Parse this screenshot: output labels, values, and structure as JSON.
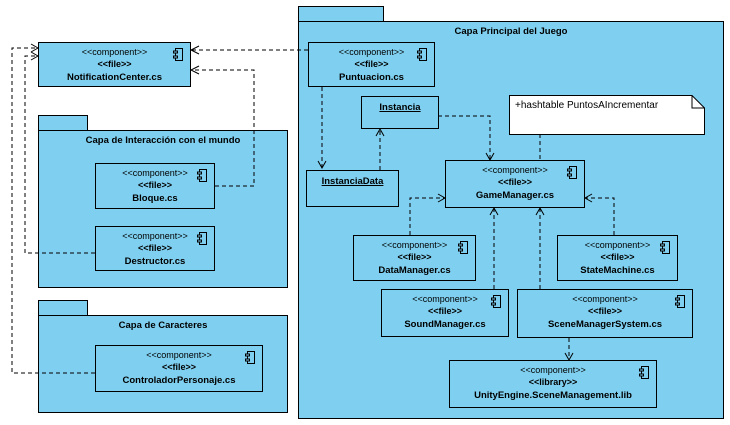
{
  "packages": {
    "main": "Capa Principal del Juego",
    "interaction": "Capa de Interacción con el mundo",
    "characters": "Capa de Caracteres"
  },
  "components": {
    "notification_center": {
      "stereotype": "<<component>>",
      "type": "<<file>>",
      "name": "NotificationCenter.cs"
    },
    "puntuacion": {
      "stereotype": "<<component>>",
      "type": "<<file>>",
      "name": "Puntuacion.cs"
    },
    "bloque": {
      "stereotype": "<<component>>",
      "type": "<<file>>",
      "name": "Bloque.cs"
    },
    "destructor": {
      "stereotype": "<<component>>",
      "type": "<<file>>",
      "name": "Destructor.cs"
    },
    "controlador": {
      "stereotype": "<<component>>",
      "type": "<<file>>",
      "name": "ControladorPersonaje.cs"
    },
    "game_manager": {
      "stereotype": "<<component>>",
      "type": "<<file>>",
      "name": "GameManager.cs"
    },
    "data_manager": {
      "stereotype": "<<component>>",
      "type": "<<file>>",
      "name": "DataManager.cs"
    },
    "state_machine": {
      "stereotype": "<<component>>",
      "type": "<<file>>",
      "name": "StateMachine.cs"
    },
    "sound_manager": {
      "stereotype": "<<component>>",
      "type": "<<file>>",
      "name": "SoundManager.cs"
    },
    "scene_manager_system": {
      "stereotype": "<<component>>",
      "type": "<<file>>",
      "name": "SceneManagerSystem.cs"
    },
    "unity_scene": {
      "stereotype": "<<component>>",
      "type": "<<library>>",
      "name": "UnityEngine.SceneManagement.lib"
    }
  },
  "objects": {
    "instancia": "Instancia",
    "instancia_data": "InstanciaData"
  },
  "note": "+hashtable PuntosAIncrementar",
  "colors": {
    "fill": "#7fd0f0",
    "line": "#000000"
  }
}
